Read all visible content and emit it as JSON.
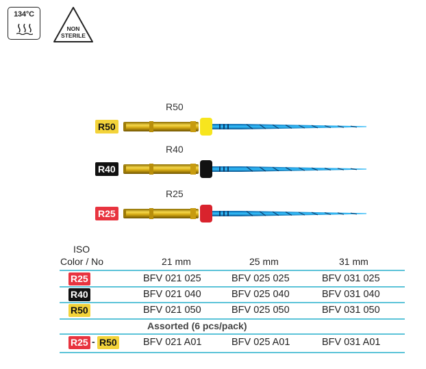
{
  "symbols": {
    "sterilization_temp": "134°C",
    "non_sterile_text_1": "NON",
    "non_sterile_text_2": "STERILE"
  },
  "files": [
    {
      "caption": "R50",
      "label": "R50",
      "label_bg": "#f3d33a",
      "label_fg": "#111111",
      "stop_color": "#f7e51e"
    },
    {
      "caption": "R40",
      "label": "R40",
      "label_bg": "#111111",
      "label_fg": "#ffffff",
      "stop_color": "#111111"
    },
    {
      "caption": "R25",
      "label": "R25",
      "label_bg": "#e8343f",
      "label_fg": "#ffffff",
      "stop_color": "#d9232d"
    }
  ],
  "table": {
    "header_iso_1": "ISO",
    "header_iso_2": "Color / No",
    "columns": [
      "21 mm",
      "25 mm",
      "31 mm"
    ],
    "rows": [
      {
        "label": "R25",
        "label_bg": "#e8343f",
        "label_fg": "#ffffff",
        "cells": [
          "BFV 021 025",
          "BFV 025 025",
          "BFV 031 025"
        ]
      },
      {
        "label": "R40",
        "label_bg": "#111111",
        "label_fg": "#ffffff",
        "cells": [
          "BFV 021 040",
          "BFV 025 040",
          "BFV 031 040"
        ]
      },
      {
        "label": "R50",
        "label_bg": "#f3d33a",
        "label_fg": "#111111",
        "cells": [
          "BFV 021 050",
          "BFV 025 050",
          "BFV 031 050"
        ]
      }
    ],
    "assorted_title": "Assorted (6 pcs/pack)",
    "assorted_row": {
      "label_a": "R25",
      "label_a_bg": "#e8343f",
      "label_a_fg": "#ffffff",
      "separator": "-",
      "label_b": "R50",
      "label_b_bg": "#f3d33a",
      "label_b_fg": "#111111",
      "cells": [
        "BFV 021 A01",
        "BFV 025 A01",
        "BFV 031 A01"
      ]
    }
  }
}
